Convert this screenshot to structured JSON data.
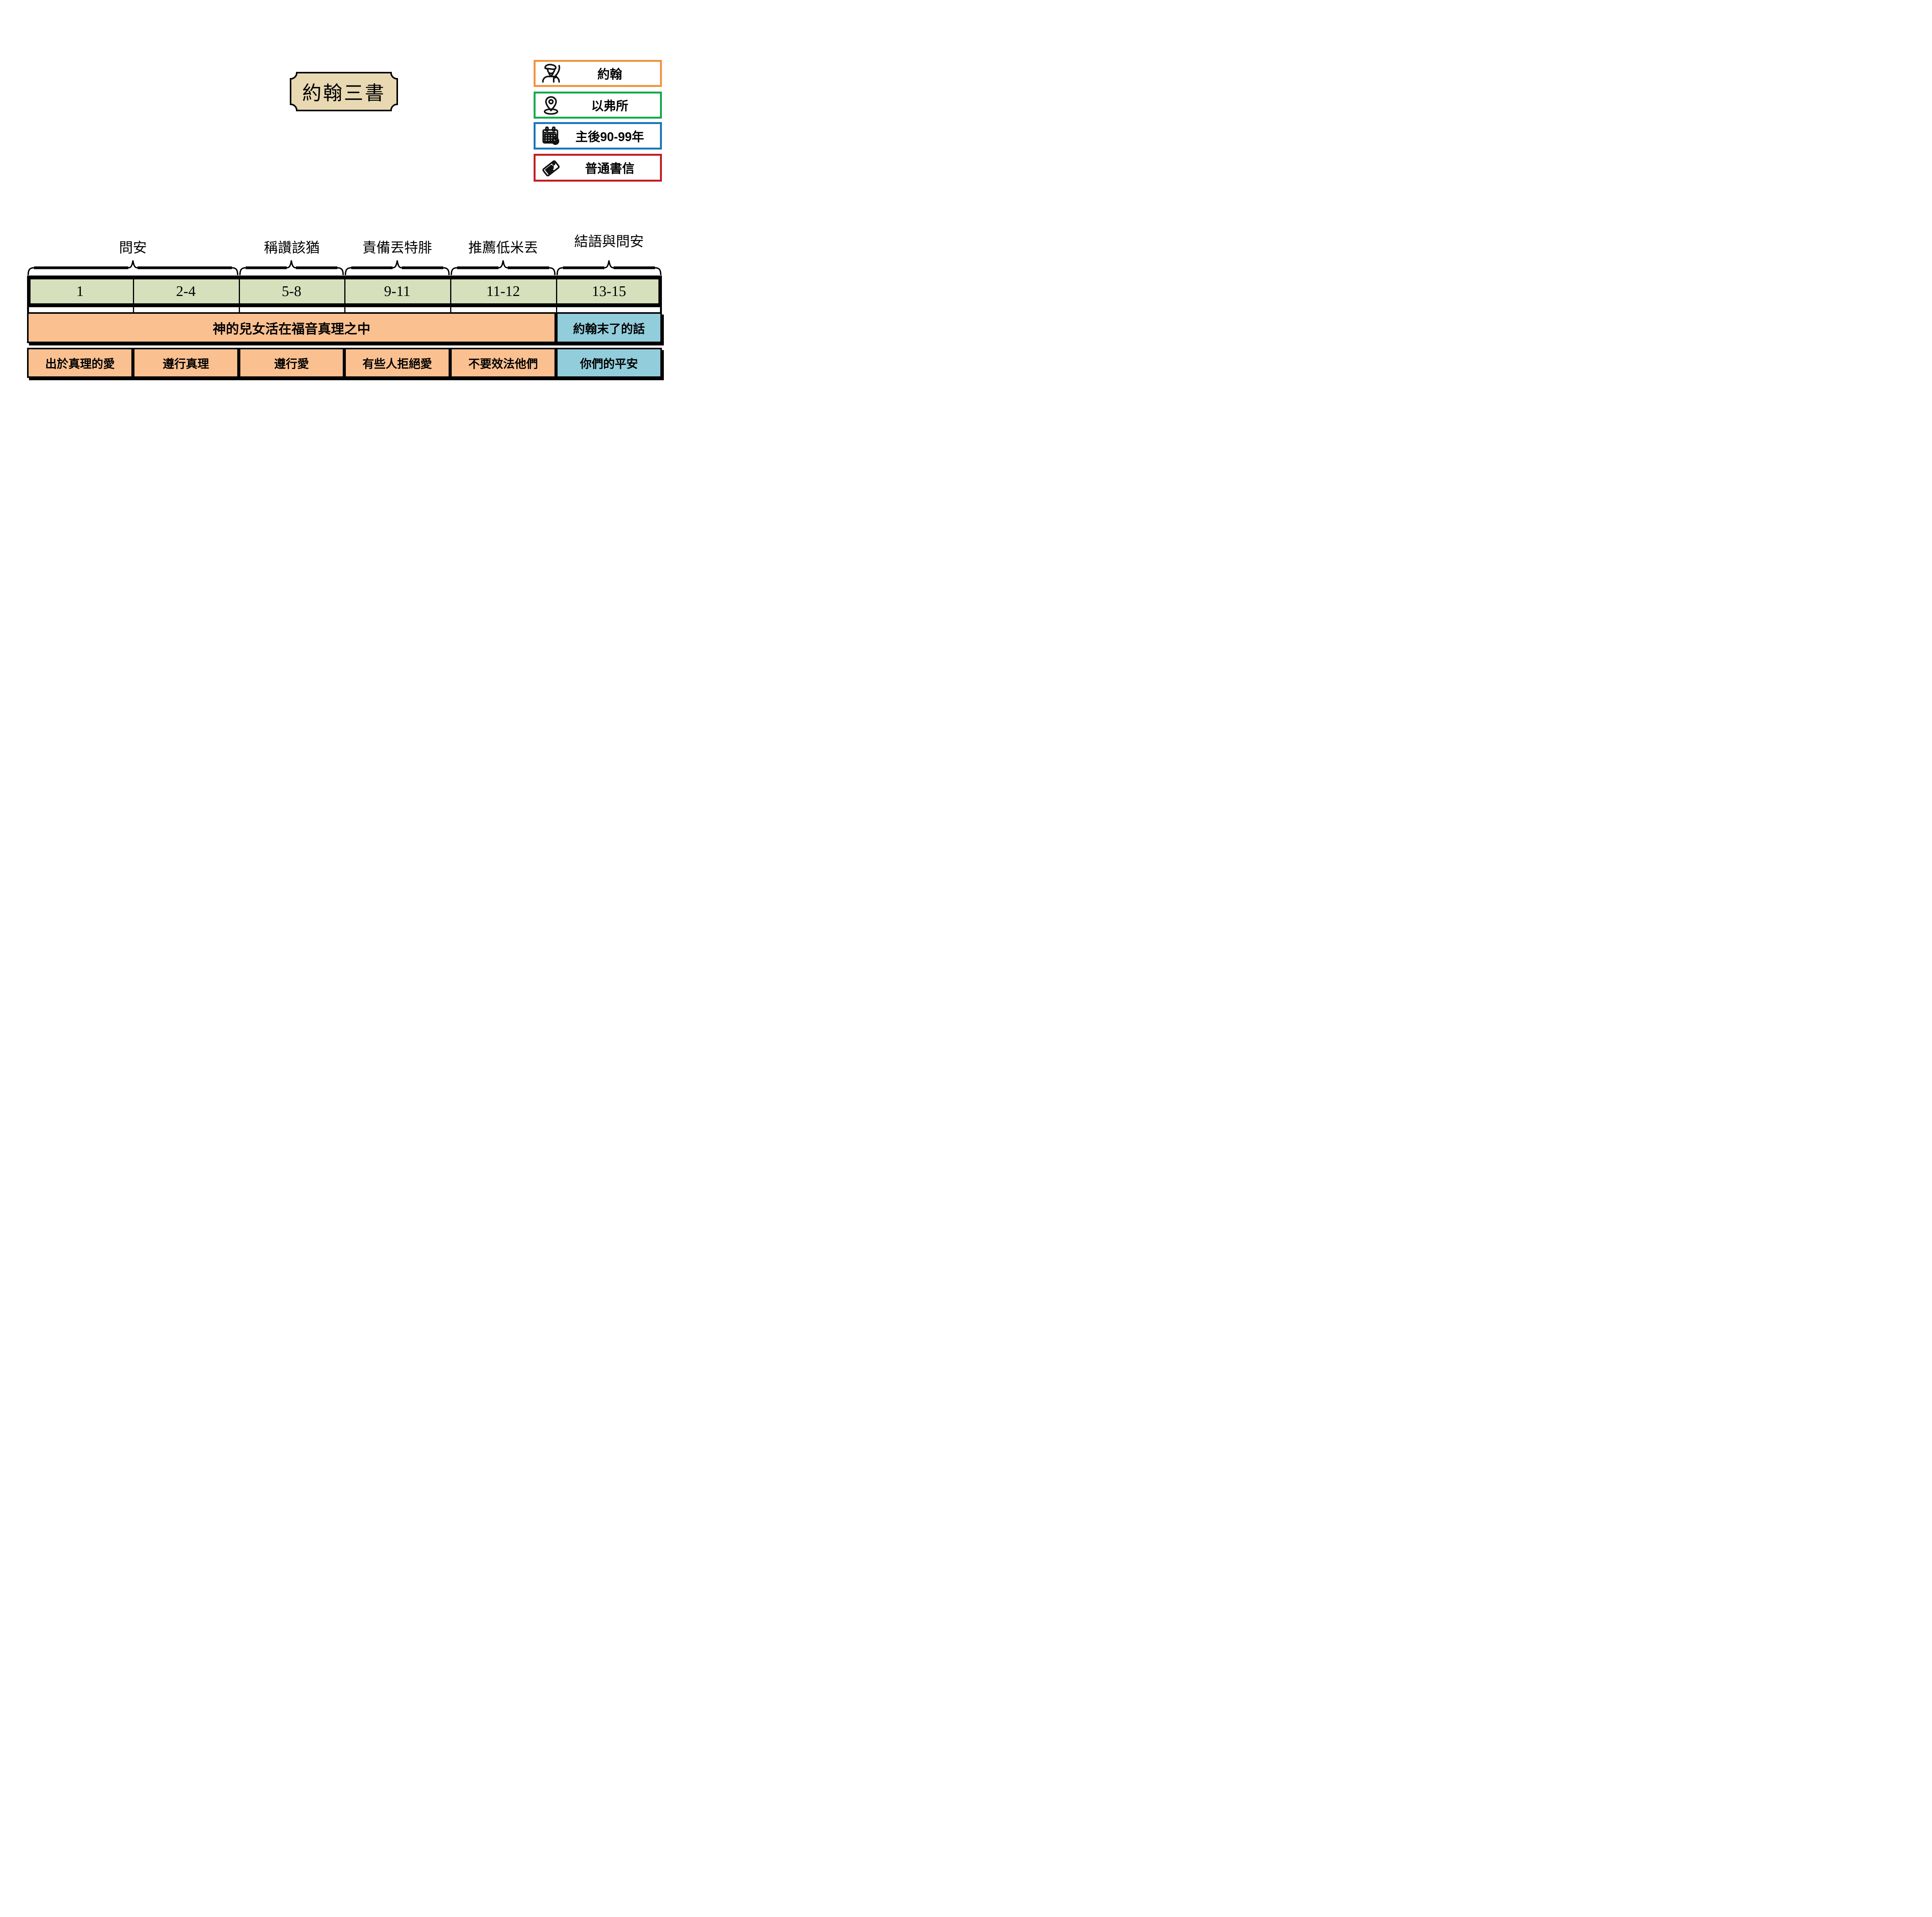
{
  "title_banner": {
    "text": "約翰三書",
    "bg_color": "#E8D9B2",
    "border_color": "#000000"
  },
  "legend": {
    "items": [
      {
        "icon": "author-icon",
        "label": "約翰",
        "border_color": "#F0943E"
      },
      {
        "icon": "location-pin-icon",
        "label": "以弗所",
        "border_color": "#17A94D"
      },
      {
        "icon": "calendar-check-icon",
        "label": "主後90-99年",
        "border_color": "#1B74BC"
      },
      {
        "icon": "tag-icon",
        "label": "普通書信",
        "border_color": "#BF1E24"
      }
    ]
  },
  "timeline": {
    "brace_labels": [
      "問安",
      "稱讚該猶",
      "責備丟特腓",
      "推薦低米丟",
      "結語與問安"
    ],
    "chapter_row": {
      "bg_color": "#D6E0BC",
      "cells": [
        "1",
        "2-4",
        "5-8",
        "9-11",
        "11-12",
        "13-15"
      ]
    },
    "theme_row": {
      "main_cell": {
        "text": "神的兒女活在福音真理之中",
        "bg_color": "#FAC090"
      },
      "end_cell": {
        "text": "約翰末了的話",
        "bg_color": "#92CDDC"
      }
    },
    "detail_row": {
      "cells": [
        {
          "text": "出於真理的愛",
          "bg_color": "#FAC090"
        },
        {
          "text": "遵行真理",
          "bg_color": "#FAC090"
        },
        {
          "text": "遵行愛",
          "bg_color": "#FAC090"
        },
        {
          "text": "有些人拒絕愛",
          "bg_color": "#FAC090"
        },
        {
          "text": "不要效法他們",
          "bg_color": "#FAC090"
        },
        {
          "text": "你們的平安",
          "bg_color": "#92CDDC"
        }
      ]
    }
  }
}
